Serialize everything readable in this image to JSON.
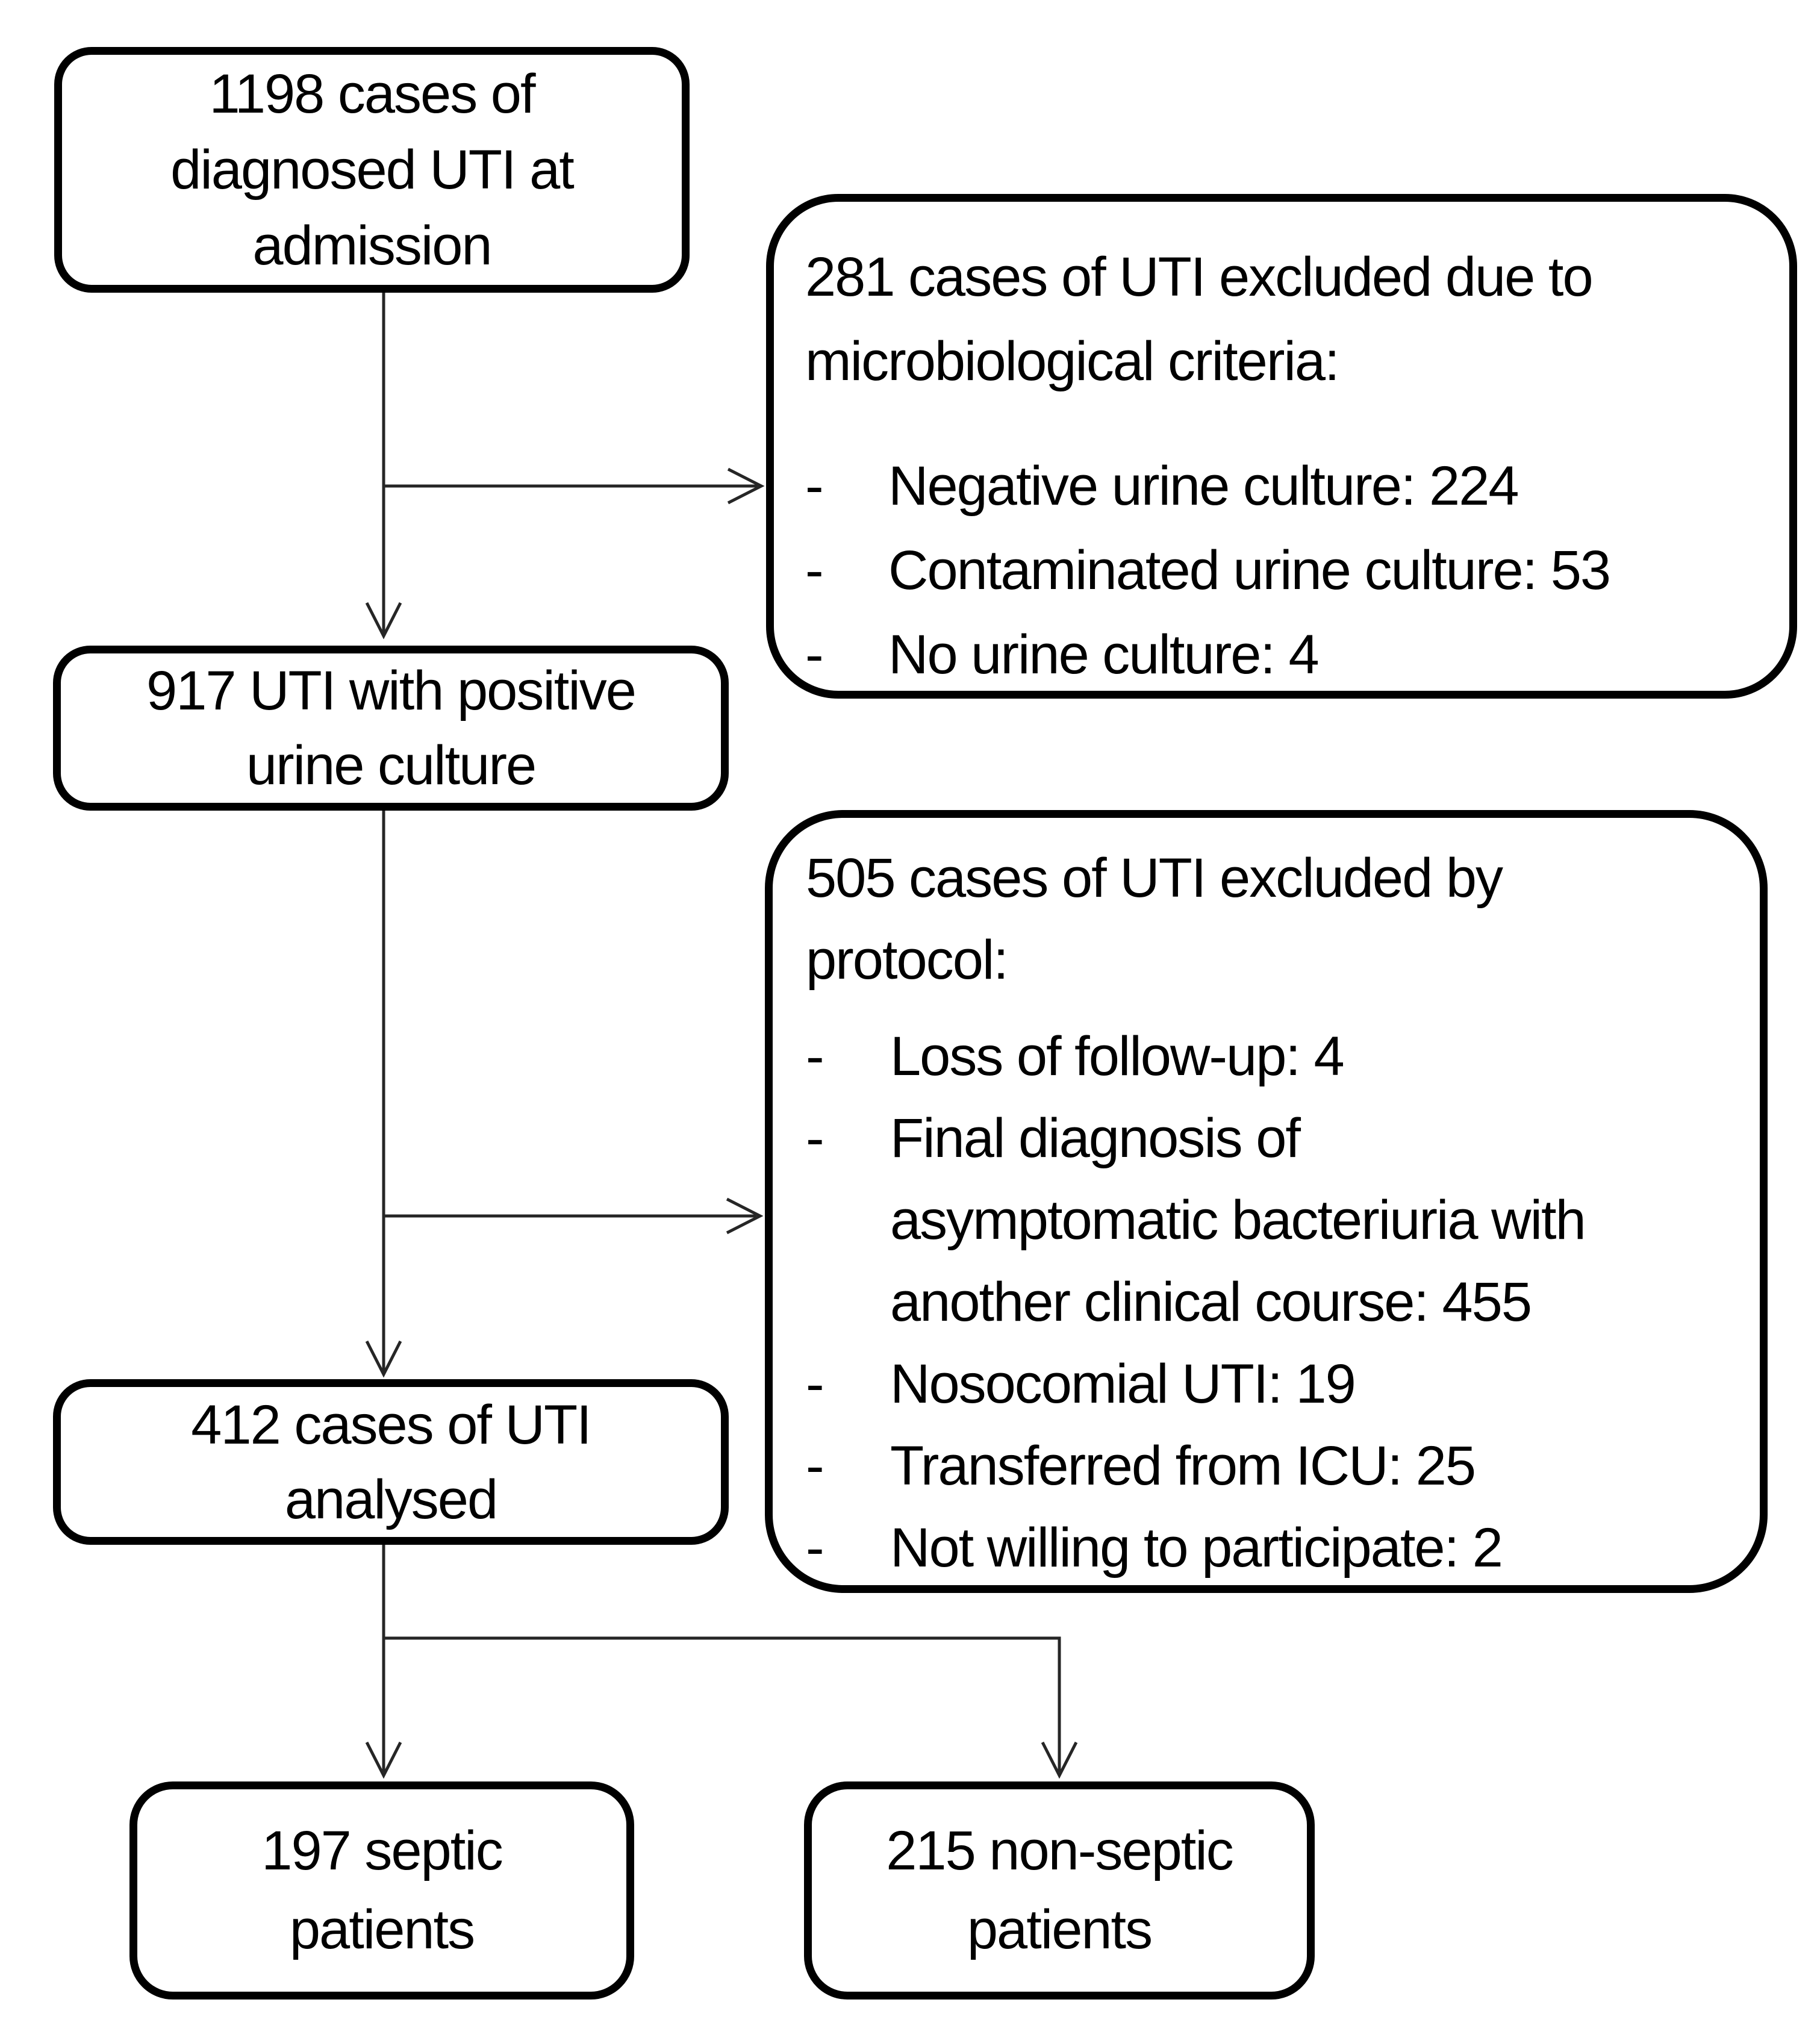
{
  "figure": {
    "type": "flowchart",
    "background_color": "#ffffff",
    "line_color": "#000000",
    "nodes": {
      "admission": {
        "lines": [
          "1198 cases of",
          "diagnosed UTI at",
          "admission"
        ]
      },
      "excluded_micro": {
        "title_lines": [
          "281 cases of UTI excluded due to",
          "microbiological criteria:"
        ],
        "items": [
          {
            "marker": "-",
            "lines": [
              "Negative urine culture: 224"
            ]
          },
          {
            "marker": "-",
            "lines": [
              "Contaminated urine culture: 53"
            ]
          },
          {
            "marker": "-",
            "lines": [
              "No urine culture: 4"
            ]
          }
        ]
      },
      "positive_culture": {
        "lines": [
          "917 UTI with positive",
          "urine culture"
        ]
      },
      "excluded_protocol": {
        "title_lines": [
          "505 cases of UTI excluded by",
          "protocol:"
        ],
        "items": [
          {
            "marker": "-",
            "lines": [
              "Loss of follow-up: 4"
            ]
          },
          {
            "marker": "-",
            "lines": [
              "Final diagnosis of",
              "asymptomatic bacteriuria with",
              "another clinical course: 455"
            ]
          },
          {
            "marker": "-",
            "lines": [
              "Nosocomial UTI: 19"
            ]
          },
          {
            "marker": "-",
            "lines": [
              "Transferred from ICU: 25"
            ]
          },
          {
            "marker": "-",
            "lines": [
              "Not willing to participate: 2"
            ]
          }
        ]
      },
      "analysed": {
        "lines": [
          "412 cases of UTI",
          "analysed"
        ]
      },
      "septic": {
        "lines": [
          "197 septic",
          "patients"
        ]
      },
      "non_septic": {
        "lines": [
          "215 non-septic",
          "patients"
        ]
      }
    },
    "connectors": [
      {
        "from": "admission",
        "to": "positive_culture",
        "style": "arrow-down"
      },
      {
        "from": "admission-trunk",
        "to": "excluded_micro",
        "style": "arrow-right"
      },
      {
        "from": "positive_culture",
        "to": "analysed",
        "style": "arrow-down"
      },
      {
        "from": "positive-culture-trunk",
        "to": "excluded_protocol",
        "style": "arrow-right"
      },
      {
        "from": "analysed",
        "to": "septic",
        "style": "arrow-down-split"
      },
      {
        "from": "analysed",
        "to": "non_septic",
        "style": "arrow-down-split"
      }
    ]
  }
}
